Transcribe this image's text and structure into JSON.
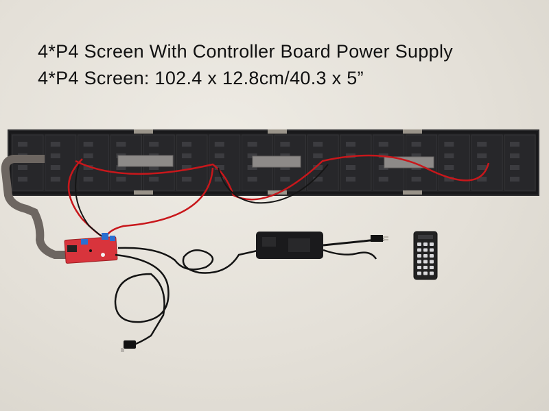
{
  "caption": {
    "line1": "4*P4 Screen With Controller Board Power Supply",
    "line2": "4*P4 Screen: 102.4 x 12.8cm/40.3 x 5”"
  },
  "colors": {
    "background": "#e6e2da",
    "panel": "#1c1c1e",
    "red_wire": "#c8171b",
    "board": "#d8343c",
    "ribbon": "#8a8786"
  },
  "icons": [
    "led-panel-strip",
    "controller-board",
    "power-adapter",
    "remote-control",
    "audio-cable"
  ]
}
